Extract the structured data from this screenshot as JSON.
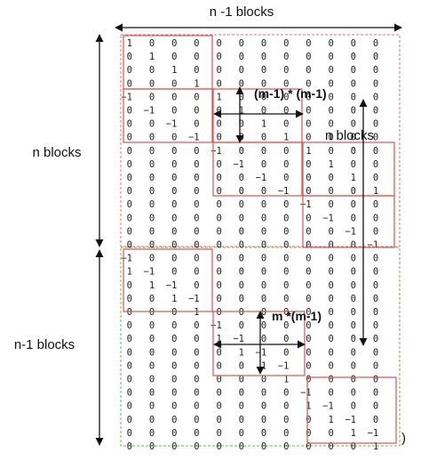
{
  "labels": {
    "top_blocks": "n -1 blocks",
    "left_upper": "n blocks",
    "left_lower": "n-1 blocks",
    "inner_upper_size": "(m-1) * (m-1)",
    "inner_n_blocks": "n blocks",
    "inner_lower_size": "m *(m-1)",
    "close_paren": ")"
  },
  "matrix": {
    "rows": [
      [
        "1",
        "0",
        "0",
        "0",
        "0",
        "0",
        "0",
        "0",
        "0",
        "0",
        "0",
        "0"
      ],
      [
        "0",
        "1",
        "0",
        "0",
        "0",
        "0",
        "0",
        "0",
        "0",
        "0",
        "0",
        "0"
      ],
      [
        "0",
        "0",
        "1",
        "0",
        "0",
        "0",
        "0",
        "0",
        "0",
        "0",
        "0",
        "0"
      ],
      [
        "0",
        "0",
        "0",
        "1",
        "0",
        "0",
        "0",
        "0",
        "0",
        "0",
        "0",
        "0"
      ],
      [
        "−1",
        "0",
        "0",
        "0",
        "1",
        "0",
        "0",
        "0",
        "0",
        "0",
        "0",
        "0"
      ],
      [
        "0",
        "−1",
        "0",
        "0",
        "0",
        "1",
        "0",
        "0",
        "0",
        "0",
        "0",
        "0"
      ],
      [
        "0",
        "0",
        "−1",
        "0",
        "0",
        "0",
        "1",
        "0",
        "0",
        "0",
        "0",
        "0"
      ],
      [
        "0",
        "0",
        "0",
        "−1",
        "0",
        "0",
        "0",
        "1",
        "0",
        "0",
        "0",
        "0"
      ],
      [
        "0",
        "0",
        "0",
        "0",
        "−1",
        "0",
        "0",
        "0",
        "1",
        "0",
        "0",
        "0"
      ],
      [
        "0",
        "0",
        "0",
        "0",
        "0",
        "−1",
        "0",
        "0",
        "0",
        "1",
        "0",
        "0"
      ],
      [
        "0",
        "0",
        "0",
        "0",
        "0",
        "0",
        "−1",
        "0",
        "0",
        "0",
        "1",
        "0"
      ],
      [
        "0",
        "0",
        "0",
        "0",
        "0",
        "0",
        "0",
        "−1",
        "0",
        "0",
        "0",
        "1"
      ],
      [
        "0",
        "0",
        "0",
        "0",
        "0",
        "0",
        "0",
        "0",
        "−1",
        "0",
        "0",
        "0"
      ],
      [
        "0",
        "0",
        "0",
        "0",
        "0",
        "0",
        "0",
        "0",
        "0",
        "−1",
        "0",
        "0"
      ],
      [
        "0",
        "0",
        "0",
        "0",
        "0",
        "0",
        "0",
        "0",
        "0",
        "0",
        "−1",
        "0"
      ],
      [
        "0",
        "0",
        "0",
        "0",
        "0",
        "0",
        "0",
        "0",
        "0",
        "0",
        "0",
        "−1"
      ],
      [
        "−1",
        "0",
        "0",
        "0",
        "0",
        "0",
        "0",
        "0",
        "0",
        "0",
        "0",
        "0"
      ],
      [
        "1",
        "−1",
        "0",
        "0",
        "0",
        "0",
        "0",
        "0",
        "0",
        "0",
        "0",
        "0"
      ],
      [
        "0",
        "1",
        "−1",
        "0",
        "0",
        "0",
        "0",
        "0",
        "0",
        "0",
        "0",
        "0"
      ],
      [
        "0",
        "0",
        "1",
        "−1",
        "0",
        "0",
        "0",
        "0",
        "0",
        "0",
        "0",
        "0"
      ],
      [
        "0",
        "0",
        "0",
        "1",
        "0",
        "0",
        "0",
        "0",
        "0",
        "0",
        "0",
        "0"
      ],
      [
        "0",
        "0",
        "0",
        "0",
        "−1",
        "0",
        "0",
        "0",
        "0",
        "0",
        "0",
        "0"
      ],
      [
        "0",
        "0",
        "0",
        "0",
        "1",
        "−1",
        "0",
        "0",
        "0",
        "0",
        "0",
        "0"
      ],
      [
        "0",
        "0",
        "0",
        "0",
        "0",
        "1",
        "−1",
        "0",
        "0",
        "0",
        "0",
        "0"
      ],
      [
        "0",
        "0",
        "0",
        "0",
        "0",
        "0",
        "1",
        "−1",
        "0",
        "0",
        "0",
        "0"
      ],
      [
        "0",
        "0",
        "0",
        "0",
        "0",
        "0",
        "0",
        "1",
        "0",
        "0",
        "0",
        "0"
      ],
      [
        "0",
        "0",
        "0",
        "0",
        "0",
        "0",
        "0",
        "0",
        "−1",
        "0",
        "0",
        "0"
      ],
      [
        "0",
        "0",
        "0",
        "0",
        "0",
        "0",
        "0",
        "0",
        "1",
        "−1",
        "0",
        "0"
      ],
      [
        "0",
        "0",
        "0",
        "0",
        "0",
        "0",
        "0",
        "0",
        "0",
        "1",
        "−1",
        "0"
      ],
      [
        "0",
        "0",
        "0",
        "0",
        "0",
        "0",
        "0",
        "0",
        "0",
        "0",
        "1",
        "−1"
      ],
      [
        "0",
        "0",
        "0",
        "0",
        "0",
        "0",
        "0",
        "0",
        "0",
        "0",
        "0",
        "1"
      ]
    ]
  },
  "colors": {
    "block_border": "#e05050",
    "top_dashed": "#e07070",
    "bottom_dashed": "#66bb44",
    "arrow": "#111111",
    "text": "#222222"
  }
}
